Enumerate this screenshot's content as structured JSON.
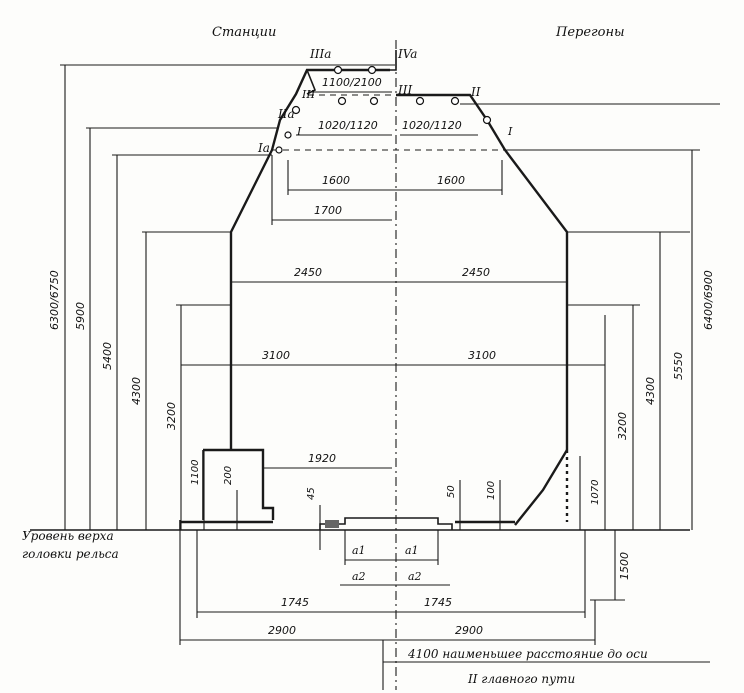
{
  "headers": {
    "stations": "Станции",
    "spans": "Перегоны"
  },
  "point_labels": {
    "IIIa": "IIIa",
    "IVa": "IVa",
    "III_left": "III",
    "III_right": "III",
    "II_right": "II",
    "IIa": "IIa",
    "I_left": "I",
    "I_right": "I",
    "Ia": "Ia"
  },
  "dimensions": {
    "d_1100_2100": "1100/2100",
    "d_1020_1120_left": "1020/1120",
    "d_1020_1120_right": "1020/1120",
    "d_1600_left": "1600",
    "d_1600_right": "1600",
    "d_1700": "1700",
    "d_2450_left": "2450",
    "d_2450_right": "2450",
    "d_3100_left": "3100",
    "d_3100_right": "3100",
    "d_1920": "1920",
    "d_1745_left": "1745",
    "d_1745_right": "1745",
    "d_2900_left": "2900",
    "d_2900_right": "2900",
    "v_6300_6750": "6300/6750",
    "v_5900": "5900",
    "v_5400": "5400",
    "v_4300_left": "4300",
    "v_3200_left": "3200",
    "v_1100": "1100",
    "v_200": "200",
    "v_45": "45",
    "v_50": "50",
    "v_100": "100",
    "v_6400_6900": "6400/6900",
    "v_5550": "5550",
    "v_4300_right": "4300",
    "v_3200_right": "3200",
    "v_1070": "1070",
    "v_1500": "1500",
    "a1_left": "a1",
    "a1_right": "a1",
    "a2_left": "a2",
    "a2_right": "a2"
  },
  "rail_level": {
    "line1": "Уровень верха",
    "line2": "головки рельса"
  },
  "bottom_note": {
    "line1": "4100 наименьшее расстояние до оси",
    "line2": "II главного пути"
  }
}
